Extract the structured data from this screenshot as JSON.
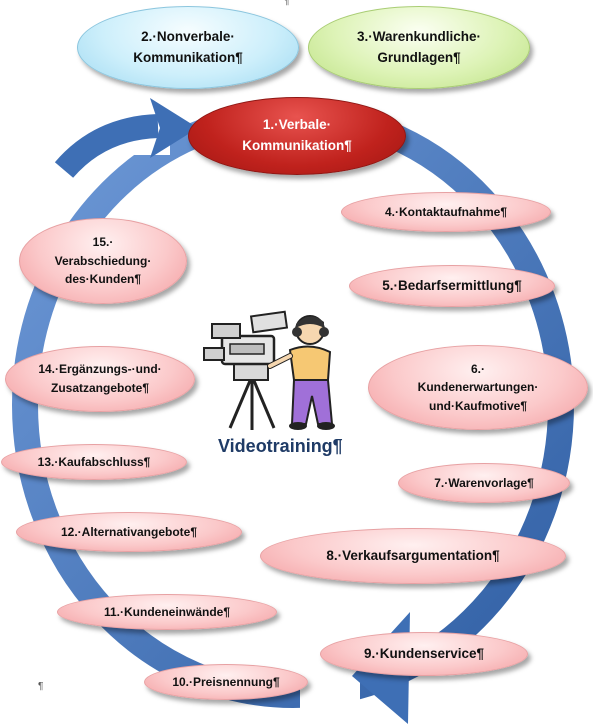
{
  "nodes": {
    "n2": {
      "l1": "2.·Nonverbale·",
      "l2": "Kommunikation¶"
    },
    "n3": {
      "l1": "3.·Warenkundliche·",
      "l2": "Grundlagen¶"
    },
    "n1": {
      "l1": "1.·Verbale·",
      "l2": "Kommunikation¶"
    },
    "n4": {
      "l1": "4.·Kontaktaufnahme¶"
    },
    "n15": {
      "l1": "15.·",
      "l2": "Verabschiedung·",
      "l3": "des·Kunden¶"
    },
    "n5": {
      "l1": "5.·Bedarfsermittlung¶"
    },
    "n14": {
      "l1": "14.·Ergänzungs-·und·",
      "l2": "Zusatzangebote¶"
    },
    "n6": {
      "l1": "6.·",
      "l2": "Kundenerwartungen·",
      "l3": "und·Kaufmotive¶"
    },
    "n13": {
      "l1": "13.·Kaufabschluss¶"
    },
    "n7": {
      "l1": "7.·Warenvorlage¶"
    },
    "n12": {
      "l1": "12.·Alternativangebote¶"
    },
    "n8": {
      "l1": "8.·Verkaufsargumentation¶"
    },
    "n11": {
      "l1": "11.·Kundeneinwände¶"
    },
    "n9": {
      "l1": "9.·Kundenservice¶"
    },
    "n10": {
      "l1": "10.·Preisnennung¶"
    }
  },
  "center": {
    "title": "Videotraining¶"
  },
  "marks": {
    "top": "¶",
    "bottom_left": "¶"
  },
  "colors": {
    "cycle_arrow": "#3e6fb5",
    "verbale": "#c0221d",
    "pink": "#fbc9ca",
    "title": "#1f3b66"
  },
  "icons": {
    "center_clipart": "camera-operator-icon"
  }
}
